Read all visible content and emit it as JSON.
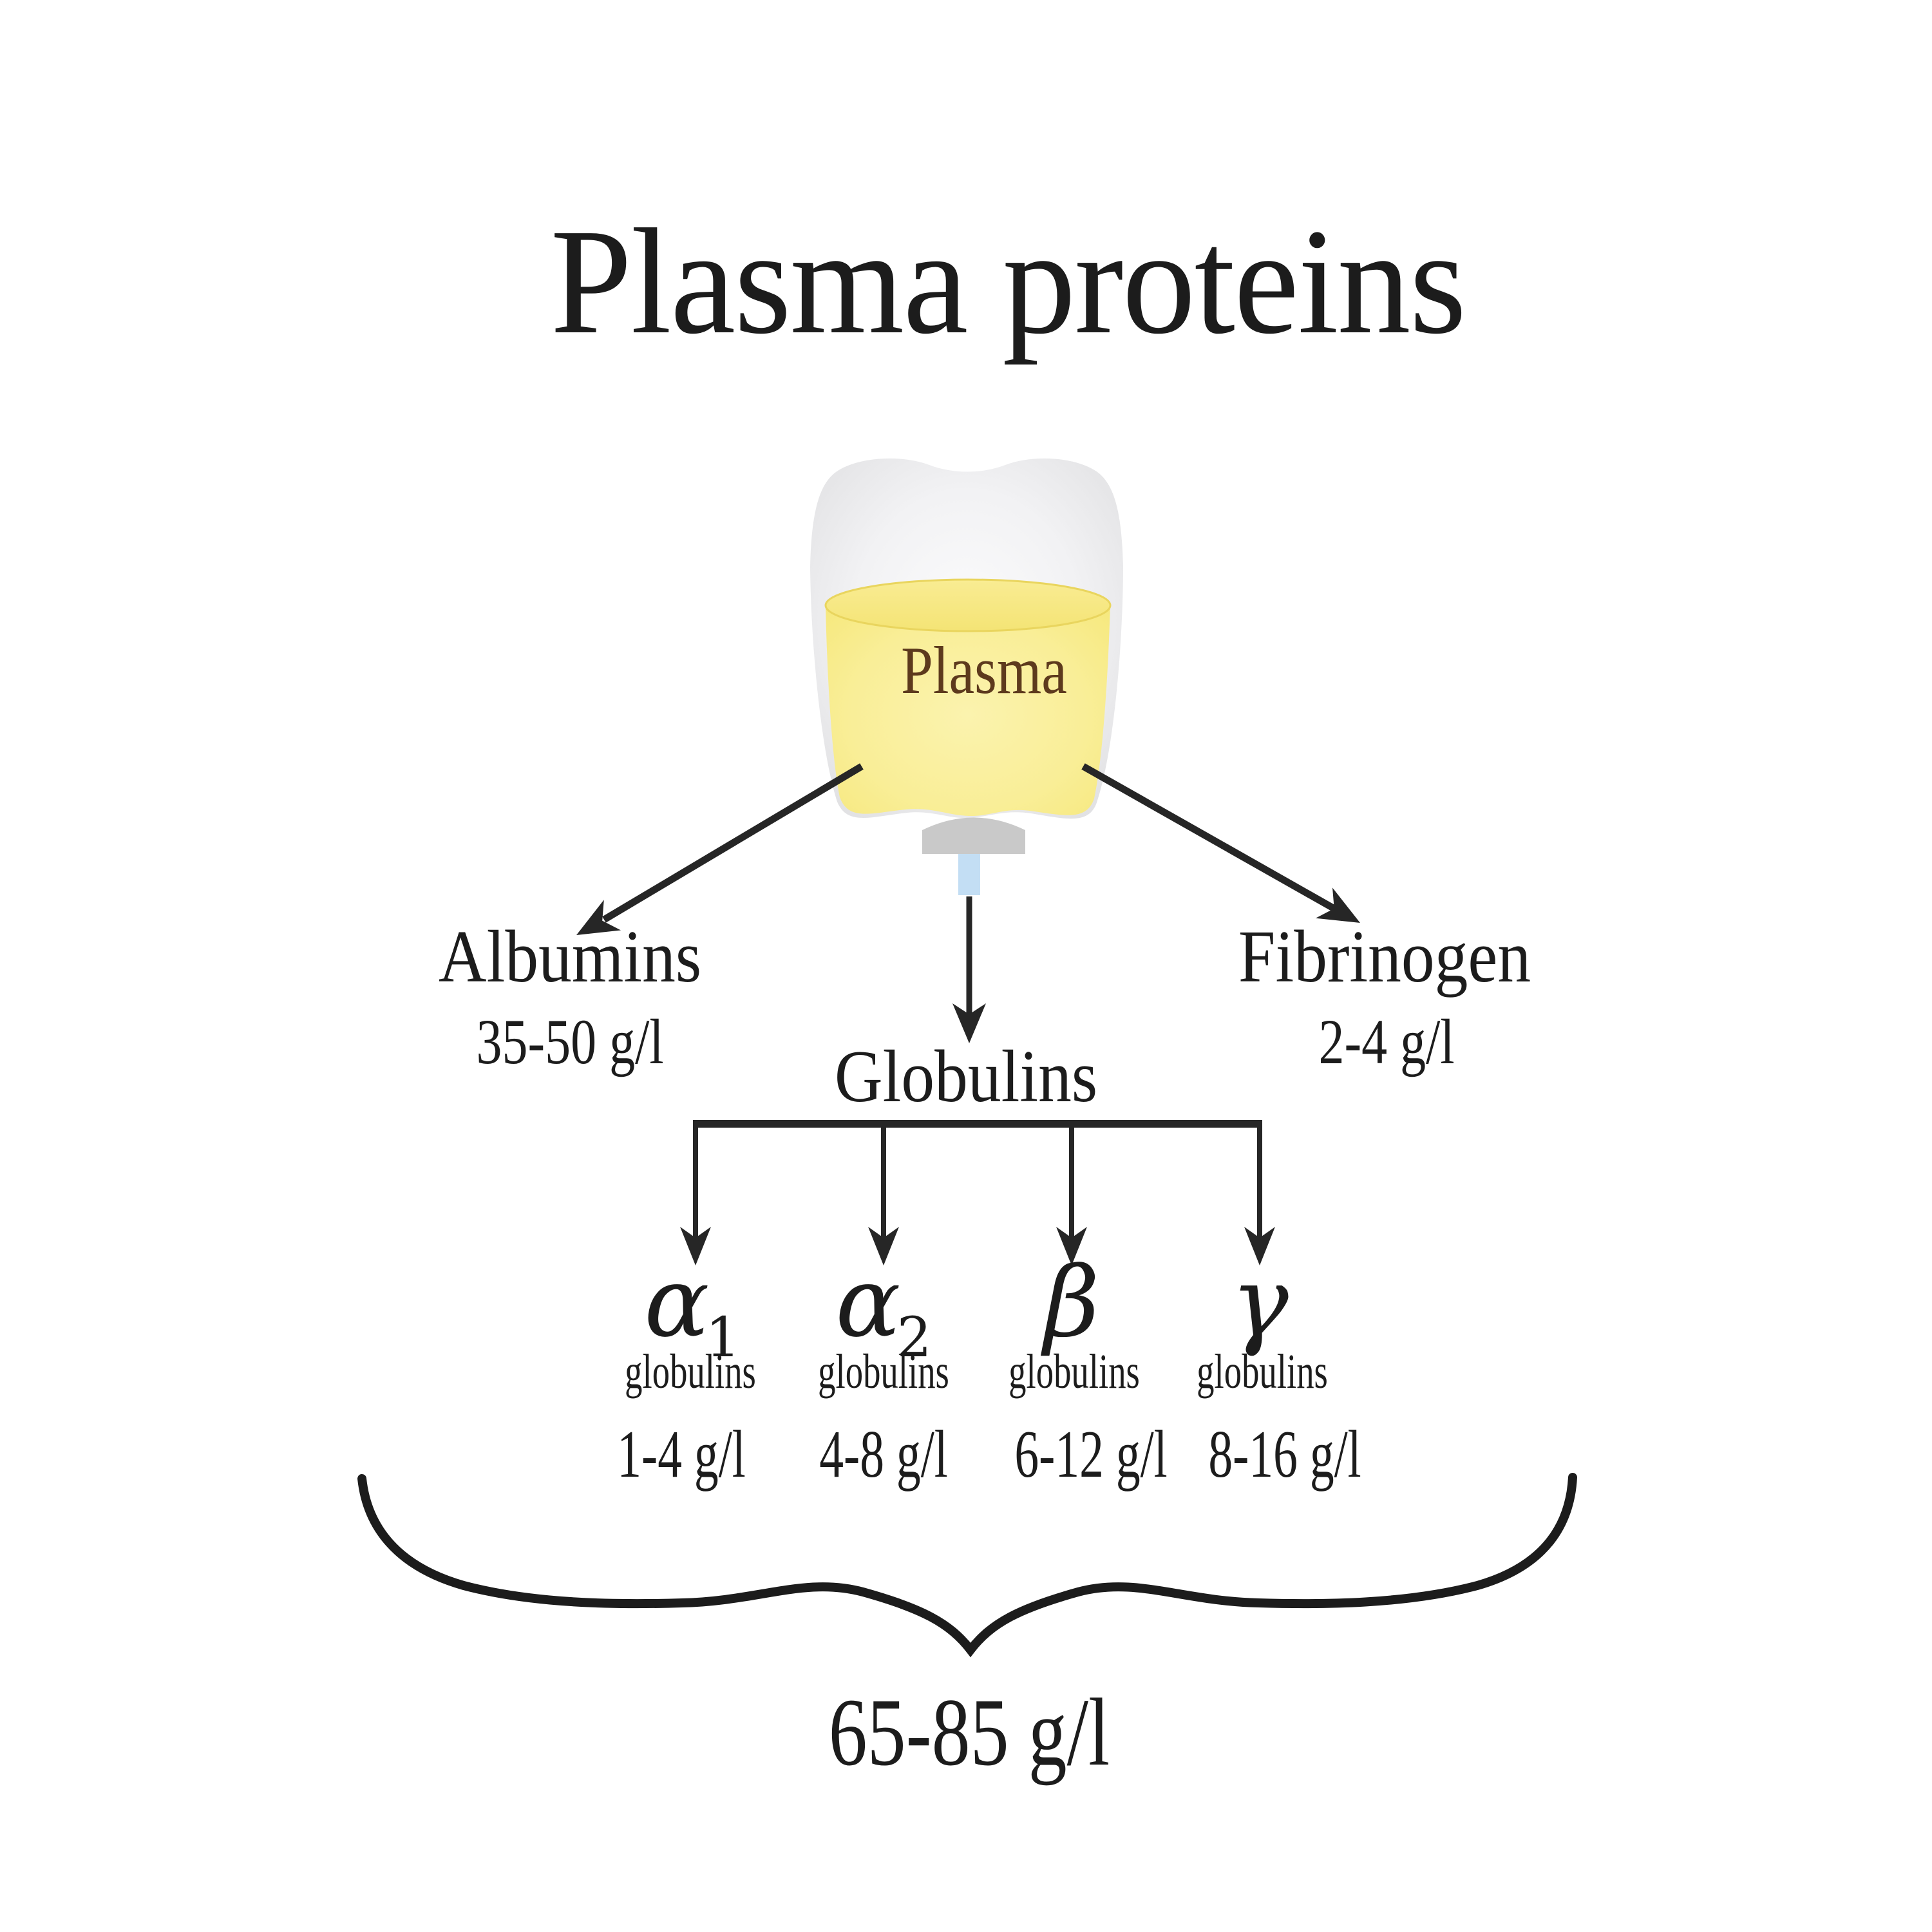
{
  "title": "Plasma proteins",
  "bag": {
    "label": "Plasma"
  },
  "albumins": {
    "name": "Albumins",
    "range": "35-50 g/l"
  },
  "fibrinogen": {
    "name": "Fibrinogen",
    "range": "2-4 g/l"
  },
  "globulins": {
    "name": "Globulins",
    "subtypes": [
      {
        "symbol": "α",
        "subscript": "1",
        "label": "globulins",
        "range": "1-4 g/l"
      },
      {
        "symbol": "α",
        "subscript": "2",
        "label": "globulins",
        "range": "4-8 g/l"
      },
      {
        "symbol": "β",
        "subscript": "",
        "label": "globulins",
        "range": "6-12 g/l"
      },
      {
        "symbol": "γ",
        "subscript": "",
        "label": "globulins",
        "range": "8-16 g/l"
      }
    ]
  },
  "total": {
    "range": "65-85 g/l"
  },
  "colors": {
    "ink": "#1c1c1c",
    "brown": "#5d3a1d",
    "bagEdge": "#e3e3e5",
    "bagInner": "#fafafb",
    "liquidEdge": "#f6e87c",
    "liquidCenter": "#fbf3ae",
    "liquidSurface": "#f8ea86",
    "liquidRim": "#e9d55e",
    "port": "#c9c9c9",
    "tube": "#c3def4"
  }
}
